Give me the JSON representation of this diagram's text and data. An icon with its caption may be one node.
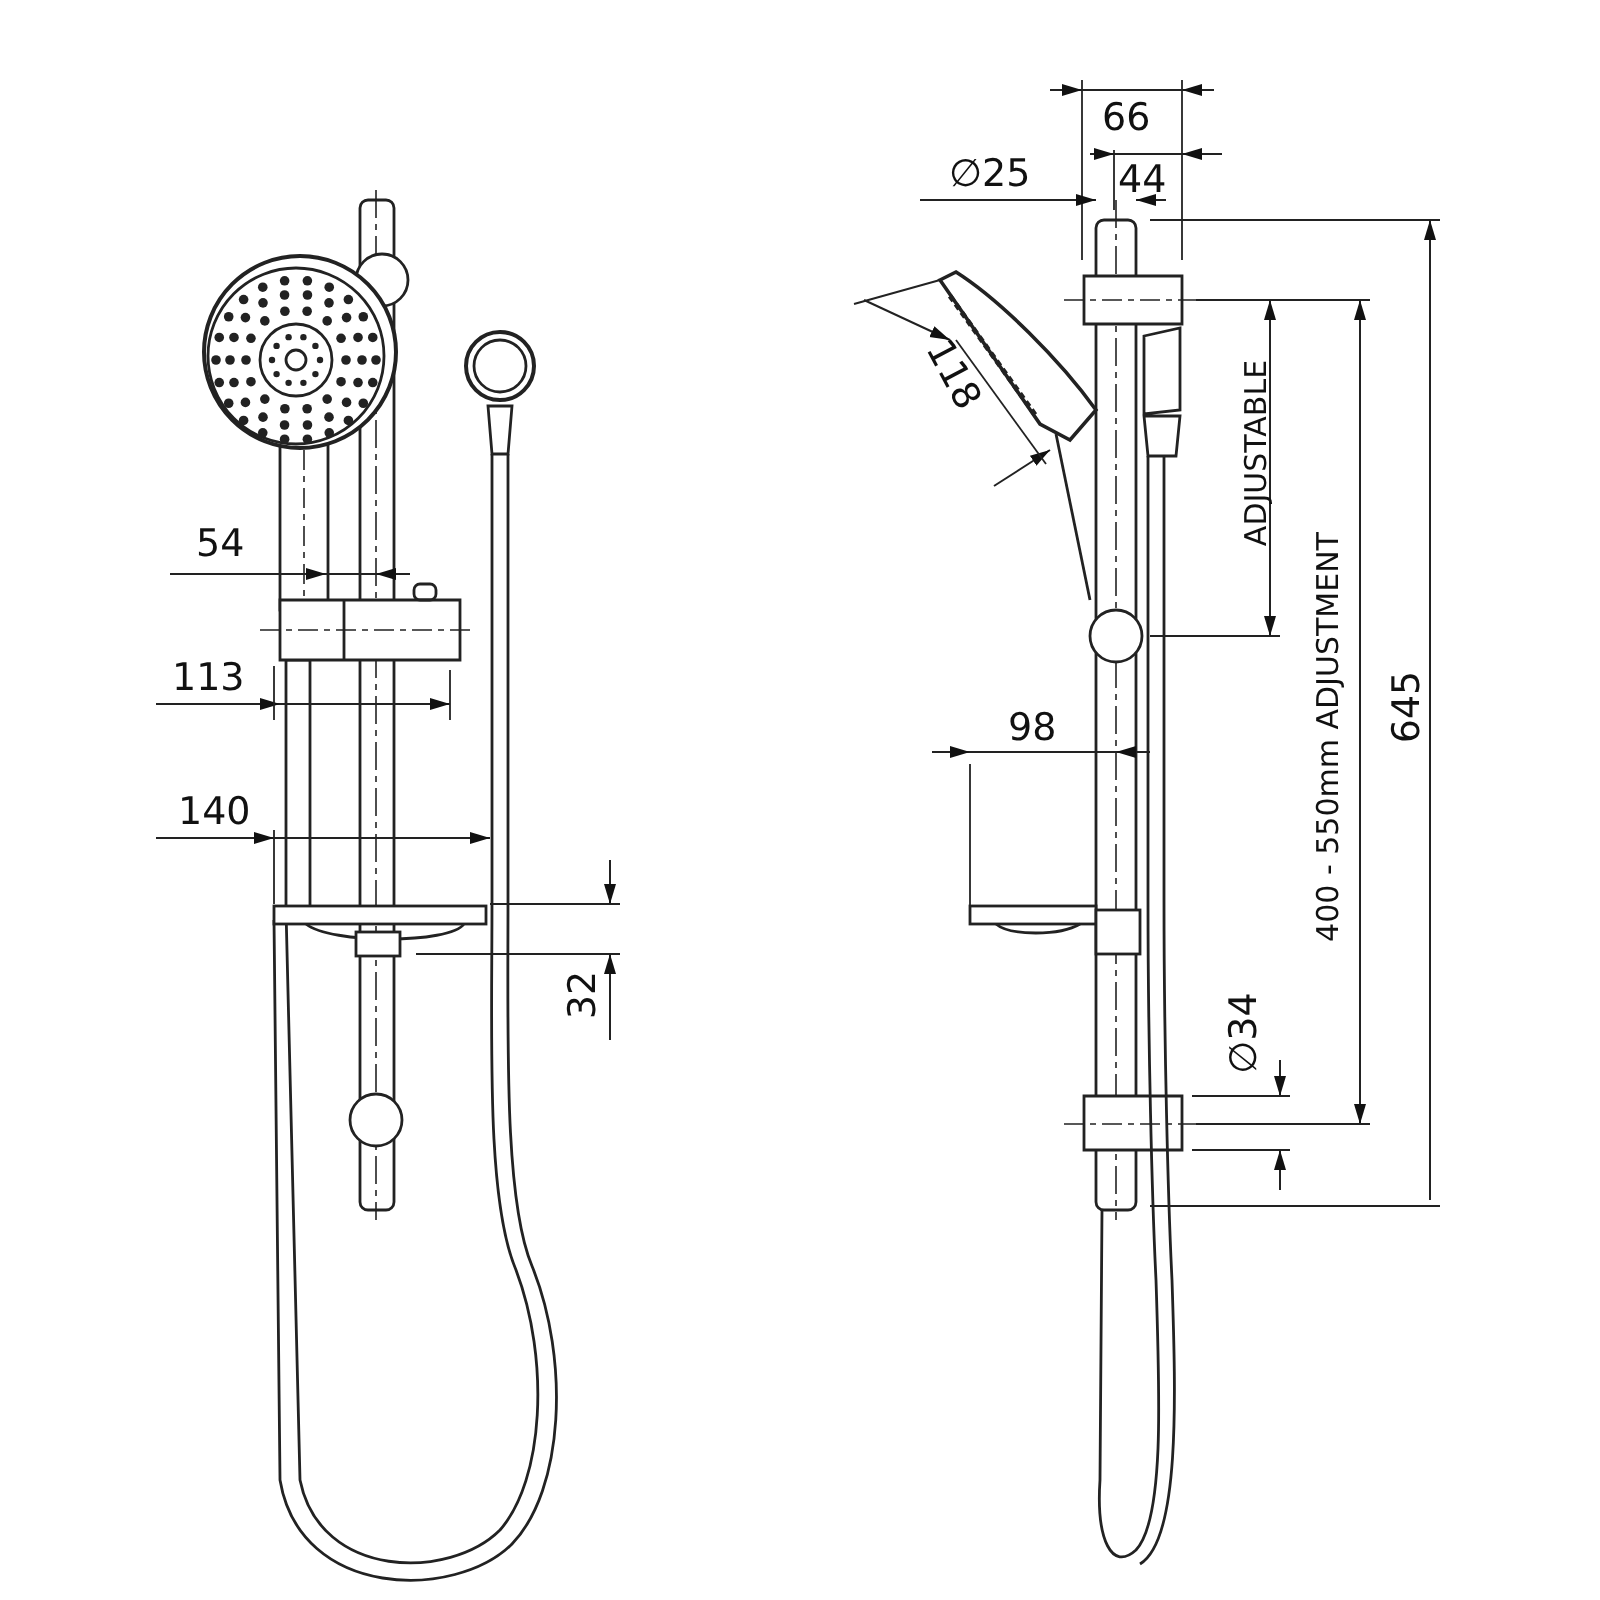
{
  "diagram": {
    "labels": [
      "66",
      "44",
      "∅25",
      "54",
      "118",
      "ADJUSTABLE",
      "113",
      "98",
      "400 - 550mm ADJUSTMENT",
      "645",
      "140",
      "32",
      "∅34"
    ]
  }
}
